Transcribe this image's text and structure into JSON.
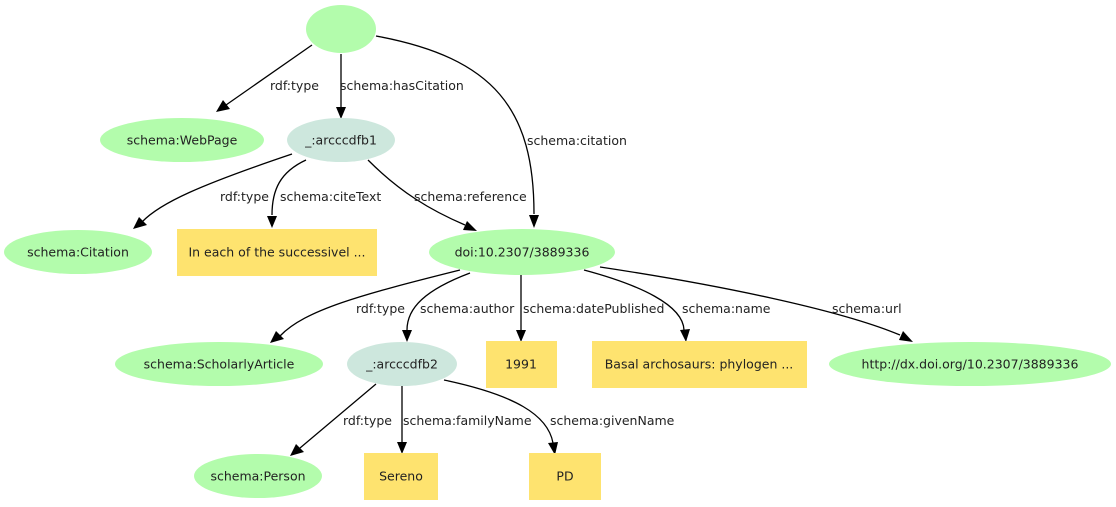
{
  "colors": {
    "uri_node": "#b3fcac",
    "blank_node": "#cde7dd",
    "literal_node": "#fee36f",
    "edge": "#000000",
    "text": "#222222"
  },
  "nodes": {
    "root": {
      "label": ""
    },
    "webpage": {
      "label": "schema:WebPage"
    },
    "bnode1": {
      "label": "_:arcccdfb1"
    },
    "citation_type": {
      "label": "schema:Citation"
    },
    "cite_text": {
      "label": "In each of the successivel ..."
    },
    "doi": {
      "label": "doi:10.2307/3889336"
    },
    "scholarly": {
      "label": "schema:ScholarlyArticle"
    },
    "bnode2": {
      "label": "_:arcccdfb2"
    },
    "date": {
      "label": "1991"
    },
    "title": {
      "label": "Basal archosaurs: phylogen ..."
    },
    "url": {
      "label": "http://dx.doi.org/10.2307/3889336"
    },
    "person": {
      "label": "schema:Person"
    },
    "family": {
      "label": "Sereno"
    },
    "given": {
      "label": "PD"
    }
  },
  "edges": {
    "root_type": {
      "label": "rdf:type"
    },
    "root_hascitation": {
      "label": "schema:hasCitation"
    },
    "root_citation": {
      "label": "schema:citation"
    },
    "b1_type": {
      "label": "rdf:type"
    },
    "b1_citetext": {
      "label": "schema:citeText"
    },
    "b1_reference": {
      "label": "schema:reference"
    },
    "doi_type": {
      "label": "rdf:type"
    },
    "doi_author": {
      "label": "schema:author"
    },
    "doi_date": {
      "label": "schema:datePublished"
    },
    "doi_name": {
      "label": "schema:name"
    },
    "doi_url": {
      "label": "schema:url"
    },
    "b2_type": {
      "label": "rdf:type"
    },
    "b2_family": {
      "label": "schema:familyName"
    },
    "b2_given": {
      "label": "schema:givenName"
    }
  }
}
